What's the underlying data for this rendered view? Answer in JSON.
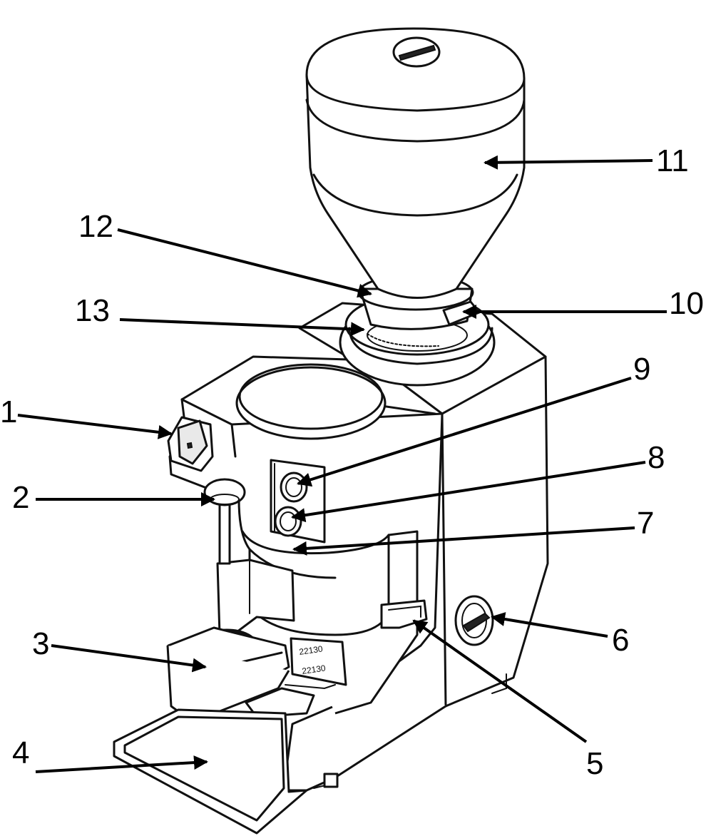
{
  "callouts": [
    {
      "id": "1",
      "label": "1"
    },
    {
      "id": "2",
      "label": "2"
    },
    {
      "id": "3",
      "label": "3"
    },
    {
      "id": "4",
      "label": "4"
    },
    {
      "id": "5",
      "label": "5"
    },
    {
      "id": "6",
      "label": "6"
    },
    {
      "id": "7",
      "label": "7"
    },
    {
      "id": "8",
      "label": "8"
    },
    {
      "id": "9",
      "label": "9"
    },
    {
      "id": "10",
      "label": "10"
    },
    {
      "id": "11",
      "label": "11"
    },
    {
      "id": "12",
      "label": "12"
    },
    {
      "id": "13",
      "label": "13"
    }
  ],
  "markings": {
    "chamber_code_1": "22130",
    "chamber_code_2": "22130"
  }
}
